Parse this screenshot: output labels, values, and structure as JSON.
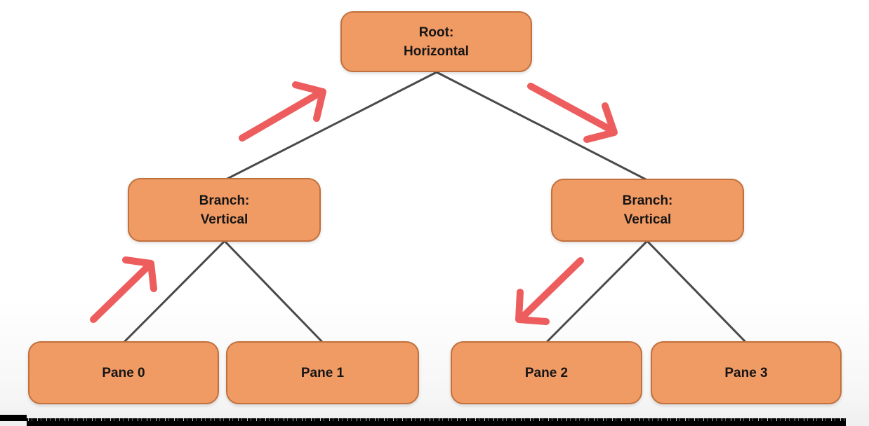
{
  "colors": {
    "node-fill": "#F09A64",
    "node-border": "#C1713D",
    "node-text": "#151515",
    "edge": "#4A4A4A",
    "arrow": "#EE5D5D",
    "bg": "#FFFFFF"
  },
  "nodes": {
    "root": {
      "line1": "Root:",
      "line2": "Horizontal"
    },
    "branch_left": {
      "line1": "Branch:",
      "line2": "Vertical"
    },
    "branch_right": {
      "line1": "Branch:",
      "line2": "Vertical"
    },
    "pane0": {
      "label": "Pane 0"
    },
    "pane1": {
      "label": "Pane 1"
    },
    "pane2": {
      "label": "Pane 2"
    },
    "pane3": {
      "label": "Pane 3"
    }
  },
  "arrows": {
    "root_left": "up-right",
    "root_right": "down-right",
    "branch_left_up": "up-right",
    "branch_right_down": "down-left"
  }
}
